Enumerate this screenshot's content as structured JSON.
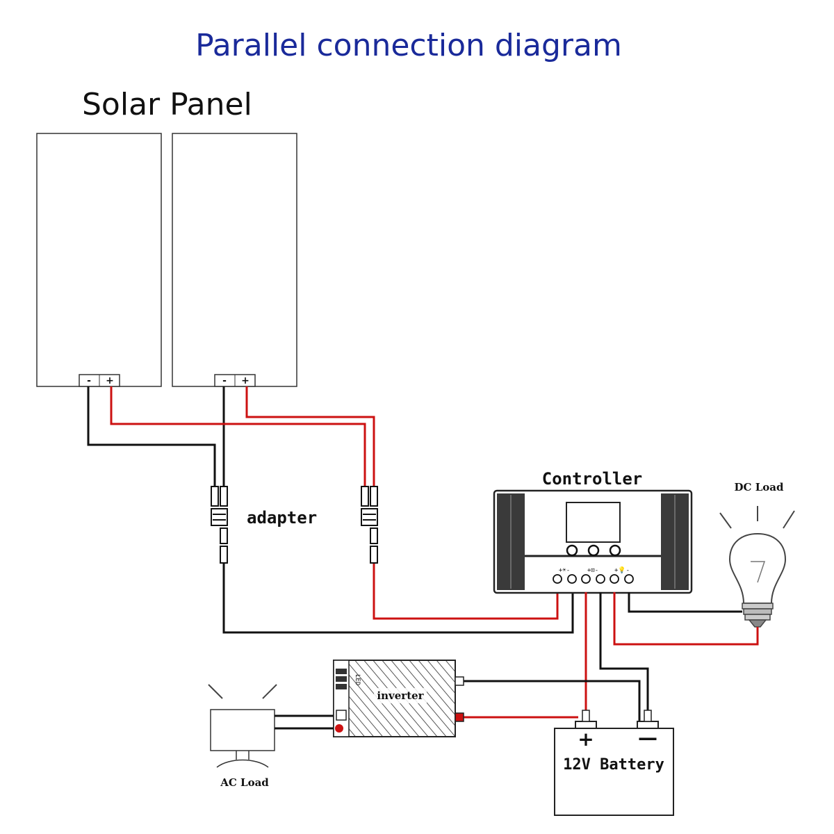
{
  "title": "Parallel connection diagram",
  "solar_heading": "Solar Panel",
  "panel_terminals": {
    "negative": "-",
    "positive": "+"
  },
  "adapter_label": "adapter",
  "controller_label": "Controller",
  "controller_port_labels": [
    "+☀-",
    "+⊡-",
    "+💡-"
  ],
  "dc_load_label": "DC Load",
  "inverter_label": "inverter",
  "inverter_led_label": "LED",
  "ac_load_label": "AC Load",
  "battery_label": "12V Battery",
  "battery_terminals": {
    "positive": "+",
    "negative": "—"
  },
  "colors": {
    "title": "#1a2a9a",
    "positive_wire": "#cc1111",
    "negative_wire": "#111111"
  }
}
